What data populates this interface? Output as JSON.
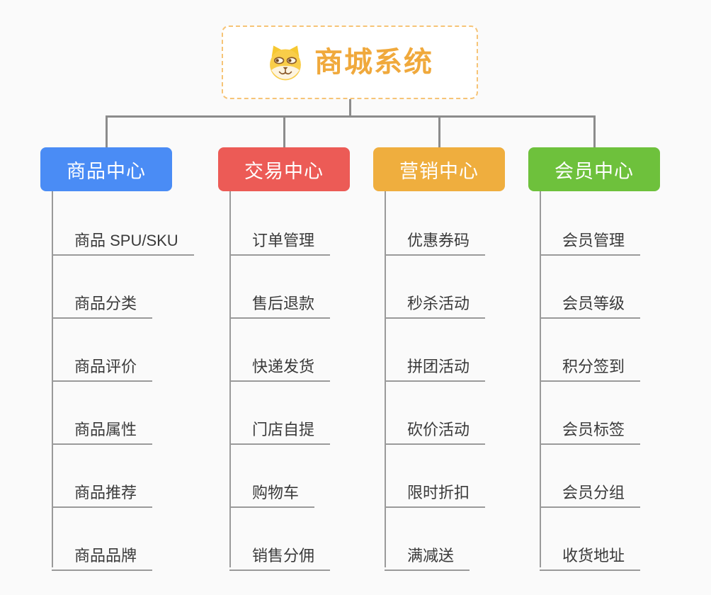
{
  "root": {
    "title": "商城系统",
    "icon": "dog-face-icon",
    "title_color": "#f0a93c",
    "border_color": "#f6c477"
  },
  "connector_color": "#8c8c8c",
  "branches": [
    {
      "label": "商品中心",
      "color": "#4a8cf5",
      "children": [
        "商品 SPU/SKU",
        "商品分类",
        "商品评价",
        "商品属性",
        "商品推荐",
        "商品品牌"
      ]
    },
    {
      "label": "交易中心",
      "color": "#ec5b56",
      "children": [
        "订单管理",
        "售后退款",
        "快递发货",
        "门店自提",
        "购物车",
        "销售分佣"
      ]
    },
    {
      "label": "营销中心",
      "color": "#efae3e",
      "children": [
        "优惠券码",
        "秒杀活动",
        "拼团活动",
        "砍价活动",
        "限时折扣",
        "满减送"
      ]
    },
    {
      "label": "会员中心",
      "color": "#6ec13c",
      "children": [
        "会员管理",
        "会员等级",
        "积分签到",
        "会员标签",
        "会员分组",
        "收货地址"
      ]
    }
  ]
}
